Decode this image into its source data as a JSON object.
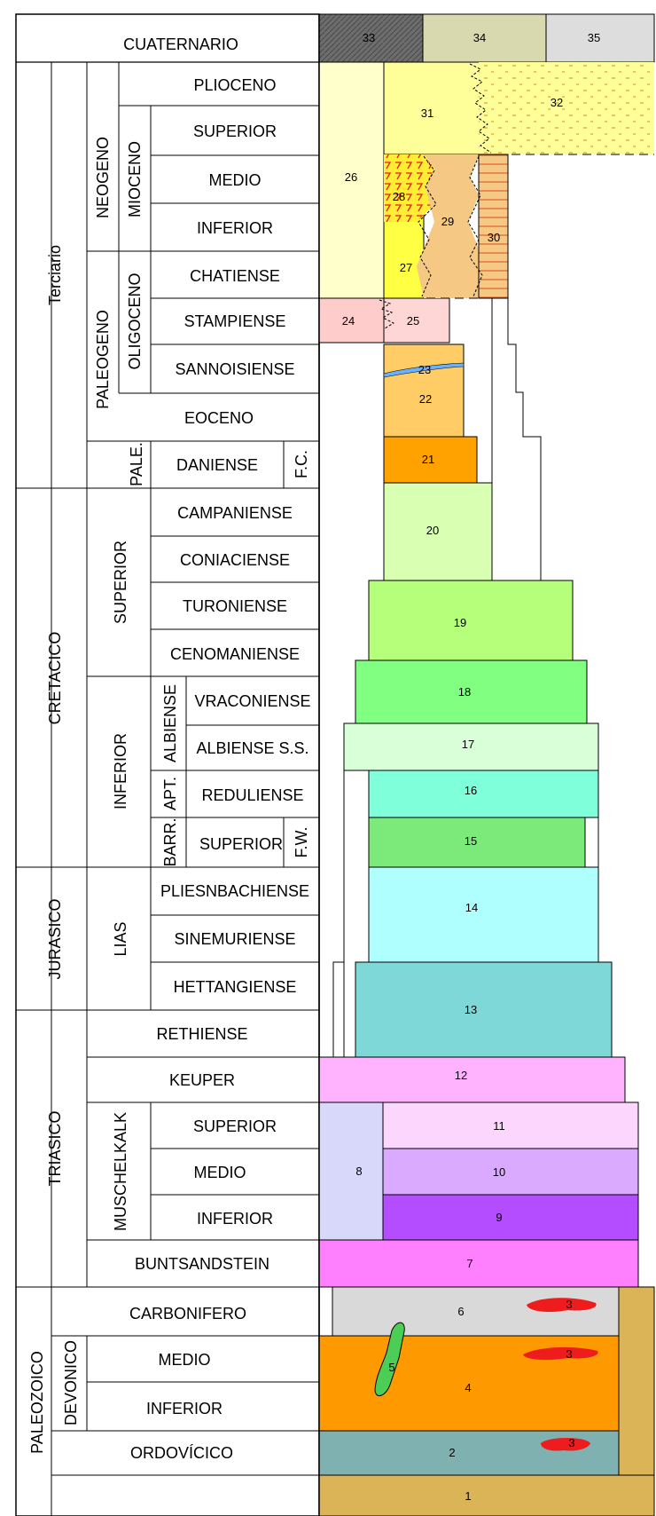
{
  "header": {
    "title": "CUATERNARIO",
    "columns": [
      "33",
      "34",
      "35"
    ]
  },
  "eras": {
    "terciario": "Terciario",
    "cretacico": "CRETACICO",
    "jurasico": "JURASICO",
    "triasico": "TRIASICO",
    "paleozoico": "PALEOZOICO"
  },
  "subdivisions": {
    "neogeno": "NEOGENO",
    "paleogeno": "PALEOGENO",
    "mioceno": "MIOCENO",
    "oligoceno": "OLIGOCENO",
    "pale": "PALE.",
    "fc": "F.C.",
    "superior": "SUPERIOR",
    "inferior": "INFERIOR",
    "albiense": "ALBIENSE",
    "apt": "APT.",
    "barr": "BARR.",
    "fw": "F.W.",
    "lias": "LIAS",
    "muschelkalk": "MUSCHELKALK",
    "devonico": "DEVONICO"
  },
  "stages": {
    "plioceno": "PLIOCENO",
    "superior_mio": "SUPERIOR",
    "medio_mio": "MEDIO",
    "inferior_mio": "INFERIOR",
    "chatiense": "CHATIENSE",
    "stampiense": "STAMPIENSE",
    "sannoisiense": "SANNOISIENSE",
    "eoceno": "EOCENO",
    "daniense": "DANIENSE",
    "campaniense": "CAMPANIENSE",
    "coniaciense": "CONIACIENSE",
    "turoniense": "TURONIENSE",
    "cenomaniense": "CENOMANIENSE",
    "vraconiense": "VRACONIENSE",
    "albiense_ss": "ALBIENSE S.S.",
    "reduliense": "REDULIENSE",
    "superior_barr": "SUPERIOR",
    "pliesnbachiense": "PLIESNBACHIENSE",
    "sinemuriense": "SINEMURIENSE",
    "hettangiense": "HETTANGIENSE",
    "rethiense": "RETHIENSE",
    "keuper": "KEUPER",
    "superior_mk": "SUPERIOR",
    "medio_mk": "MEDIO",
    "inferior_mk": "INFERIOR",
    "buntsandstein": "BUNTSANDSTEIN",
    "carbonifero": "CARBONIFERO",
    "medio_dev": "MEDIO",
    "inferior_dev": "INFERIOR",
    "ordovicico": "ORDOVÍCICO"
  },
  "units": {
    "u1": "1",
    "u2": "2",
    "u3a": "3",
    "u3b": "3",
    "u3c": "3",
    "u4": "4",
    "u5": "5",
    "u6": "6",
    "u7": "7",
    "u8": "8",
    "u9": "9",
    "u10": "10",
    "u11": "11",
    "u12": "12",
    "u13": "13",
    "u14": "14",
    "u15": "15",
    "u16": "16",
    "u17": "17",
    "u18": "18",
    "u19": "19",
    "u20": "20",
    "u21": "21",
    "u22": "22",
    "u23": "23",
    "u24": "24",
    "u25": "25",
    "u26": "26",
    "u27": "27",
    "u28": "28",
    "u29": "29",
    "u30": "30",
    "u31": "31",
    "u32": "32"
  },
  "colors": {
    "u1": "#dcb458",
    "u2": "#7fb1b0",
    "u3": "#ee1c1c",
    "u4": "#ff9900",
    "u5": "#4ccd56",
    "u6": "#d9d9d9",
    "u7": "#ff80ff",
    "u8": "#d8d8fa",
    "u9": "#b44cff",
    "u10": "#d9aaff",
    "u11": "#fdd6fd",
    "u12": "#ffb3ff",
    "u13": "#7ed8d8",
    "u14": "#b0ffff",
    "u15": "#7bea7b",
    "u16": "#80ffdb",
    "u17": "#d8ffd8",
    "u18": "#80ff80",
    "u19": "#b6ff7a",
    "u20": "#d9ffb3",
    "u21": "#ffa200",
    "u22": "#ffcc66",
    "u23": "#66b2ff",
    "u24": "#ffcccc",
    "u25": "#ffd6d6",
    "u26": "#ffffcc",
    "u27": "#ffff44",
    "u29": "#f5c884",
    "u31": "#ffff99",
    "u32": "#ffff99",
    "col33": "#7f7f7f",
    "col34": "#d9d9b0",
    "col35": "#dddddd"
  }
}
